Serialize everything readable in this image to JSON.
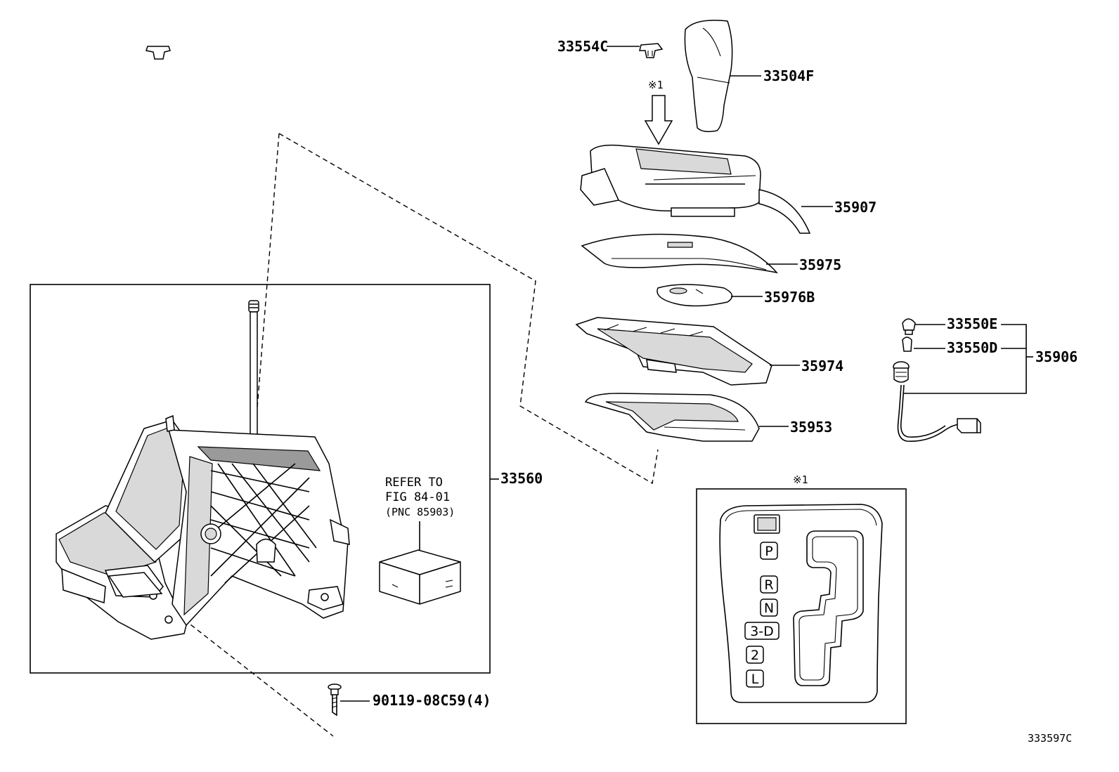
{
  "diagram_id": "333597C",
  "view_marker": "※1",
  "parts": {
    "p33554C": "33554C",
    "p33504F": "33504F",
    "p35907": "35907",
    "p35975": "35975",
    "p35976B": "35976B",
    "p35974": "35974",
    "p35953": "35953",
    "p33550E": "33550E",
    "p33550D": "33550D",
    "p35906": "35906",
    "p33560": "33560",
    "p90119": "90119-08C59(4)"
  },
  "refer_note": {
    "line1": "REFER TO",
    "line2": "FIG 84-01",
    "line3": "(PNC 85903)"
  },
  "gate_positions": [
    "P",
    "R",
    "N",
    "3-D",
    "2",
    "L"
  ]
}
